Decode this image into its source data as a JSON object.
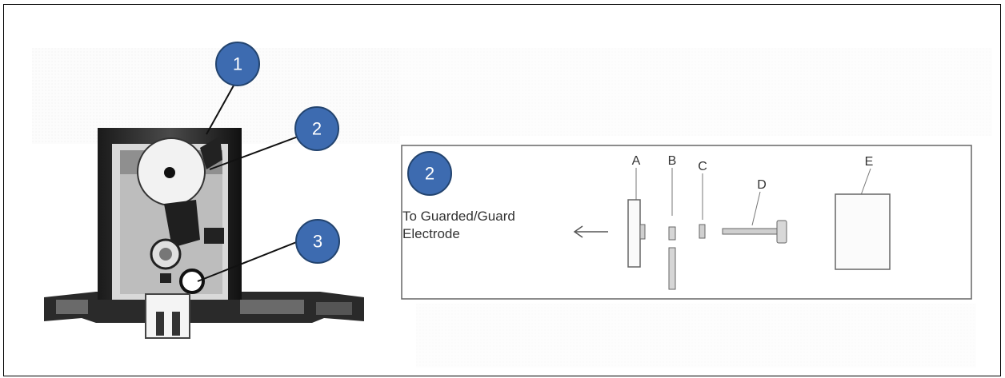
{
  "callouts": {
    "left": [
      "1",
      "2",
      "3"
    ],
    "right": "2"
  },
  "diagram": {
    "caption_line1": "To Guarded/Guard",
    "caption_line2": "Electrode",
    "parts": {
      "a": "A",
      "b": "B",
      "c": "C",
      "d": "D",
      "e": "E"
    }
  },
  "colors": {
    "badge_fill": "#3d6bb0",
    "badge_stroke": "#23446f"
  }
}
